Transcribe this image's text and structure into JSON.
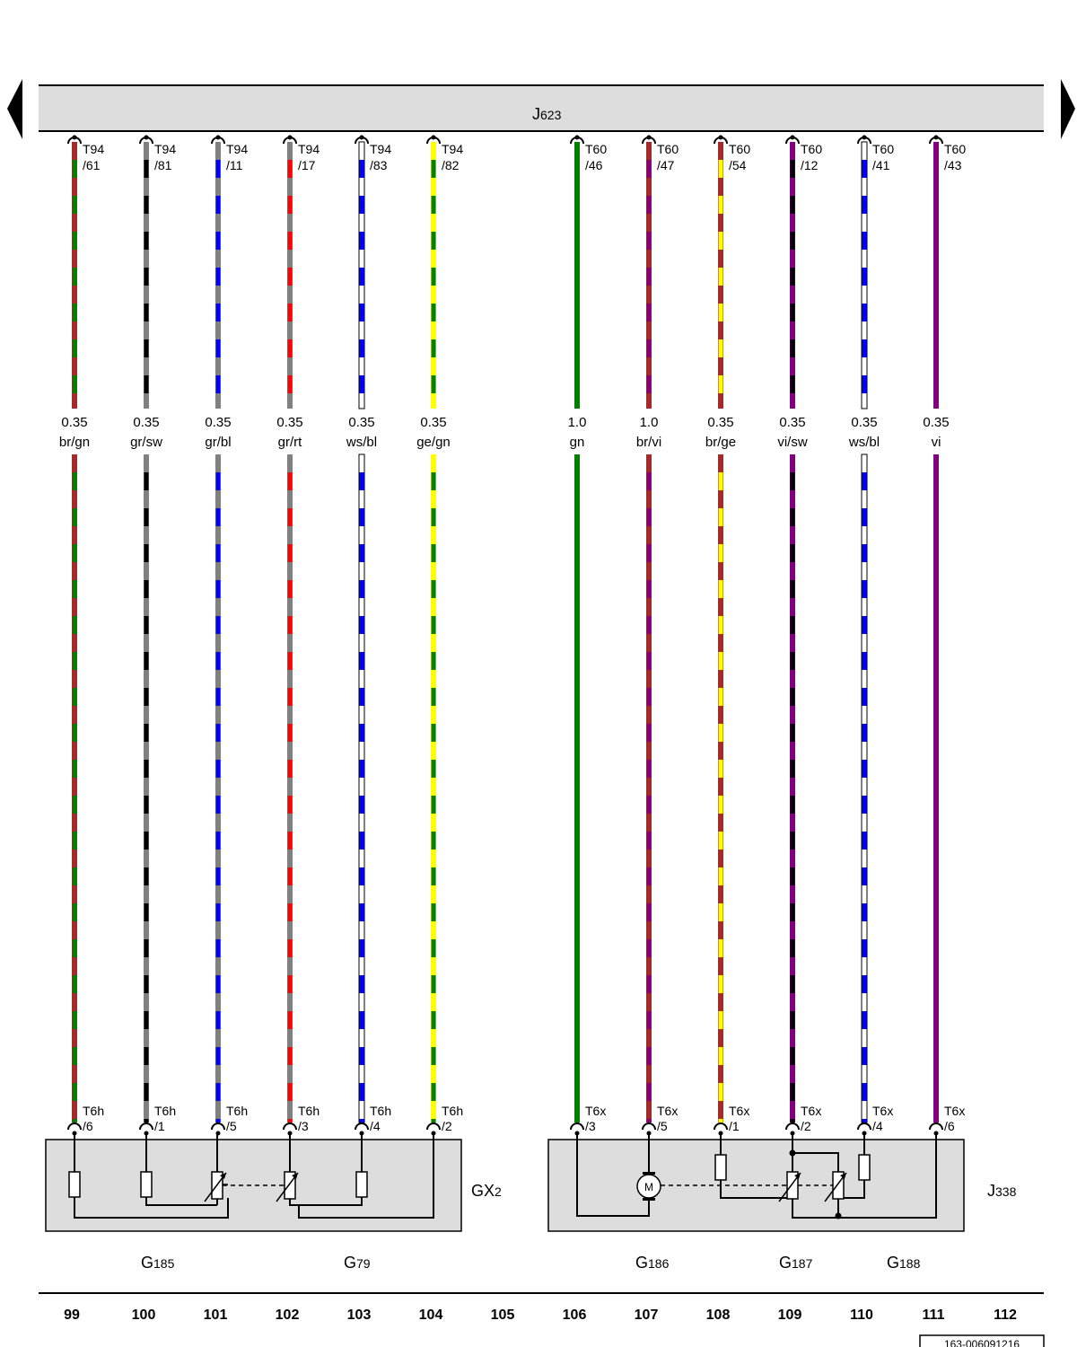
{
  "header": {
    "component_prefix": "J",
    "component_suffix": "623",
    "nav_left": "previous-page",
    "nav_right": "next-page"
  },
  "colors": {
    "rt": "#ff0000",
    "br": "#a52a2a",
    "gn": "#008000",
    "gr": "#808080",
    "sw": "#000000",
    "bl": "#0000ff",
    "ws": "#ffffff",
    "ge": "#ffff00",
    "vi": "#800080",
    "header_bg": "#dddddd",
    "box_bg": "#dddddd"
  },
  "wires": [
    {
      "col": 99,
      "top_conn": "T94",
      "top_pin": "/61",
      "size": "0.35",
      "code": "br/gn",
      "bottom_conn": "T6h",
      "bottom_pin": "/6"
    },
    {
      "col": 100,
      "top_conn": "T94",
      "top_pin": "/81",
      "size": "0.35",
      "code": "gr/sw",
      "bottom_conn": "T6h",
      "bottom_pin": "/1"
    },
    {
      "col": 101,
      "top_conn": "T94",
      "top_pin": "/11",
      "size": "0.35",
      "code": "gr/bl",
      "bottom_conn": "T6h",
      "bottom_pin": "/5"
    },
    {
      "col": 102,
      "top_conn": "T94",
      "top_pin": "/17",
      "size": "0.35",
      "code": "gr/rt",
      "bottom_conn": "T6h",
      "bottom_pin": "/3"
    },
    {
      "col": 103,
      "top_conn": "T94",
      "top_pin": "/83",
      "size": "0.35",
      "code": "ws/bl",
      "bottom_conn": "T6h",
      "bottom_pin": "/4"
    },
    {
      "col": 104,
      "top_conn": "T94",
      "top_pin": "/82",
      "size": "0.35",
      "code": "ge/gn",
      "bottom_conn": "T6h",
      "bottom_pin": "/2"
    },
    {
      "col": 106,
      "top_conn": "T60",
      "top_pin": "/46",
      "size": "1.0",
      "code": "gn",
      "bottom_conn": "T6x",
      "bottom_pin": "/3"
    },
    {
      "col": 107,
      "top_conn": "T60",
      "top_pin": "/47",
      "size": "1.0",
      "code": "br/vi",
      "bottom_conn": "T6x",
      "bottom_pin": "/5"
    },
    {
      "col": 108,
      "top_conn": "T60",
      "top_pin": "/54",
      "size": "0.35",
      "code": "br/ge",
      "bottom_conn": "T6x",
      "bottom_pin": "/1"
    },
    {
      "col": 109,
      "top_conn": "T60",
      "top_pin": "/12",
      "size": "0.35",
      "code": "vi/sw",
      "bottom_conn": "T6x",
      "bottom_pin": "/2"
    },
    {
      "col": 110,
      "top_conn": "T60",
      "top_pin": "/41",
      "size": "0.35",
      "code": "ws/bl",
      "bottom_conn": "T6x",
      "bottom_pin": "/4"
    },
    {
      "col": 111,
      "top_conn": "T60",
      "top_pin": "/43",
      "size": "0.35",
      "code": "vi",
      "bottom_conn": "T6x",
      "bottom_pin": "/6"
    }
  ],
  "components": [
    {
      "id": "gx2",
      "prefix": "GX",
      "suffix": "2"
    },
    {
      "id": "j338",
      "prefix": "J",
      "suffix": "338"
    },
    {
      "id": "g185",
      "prefix": "G",
      "suffix": "185"
    },
    {
      "id": "g79",
      "prefix": "G",
      "suffix": "79"
    },
    {
      "id": "g186",
      "prefix": "G",
      "suffix": "186"
    },
    {
      "id": "g187",
      "prefix": "G",
      "suffix": "187"
    },
    {
      "id": "g188",
      "prefix": "G",
      "suffix": "188"
    }
  ],
  "motor_symbol": "M",
  "columns": [
    "99",
    "100",
    "101",
    "102",
    "103",
    "104",
    "105",
    "106",
    "107",
    "108",
    "109",
    "110",
    "111",
    "112"
  ],
  "reference": "163-006091216"
}
